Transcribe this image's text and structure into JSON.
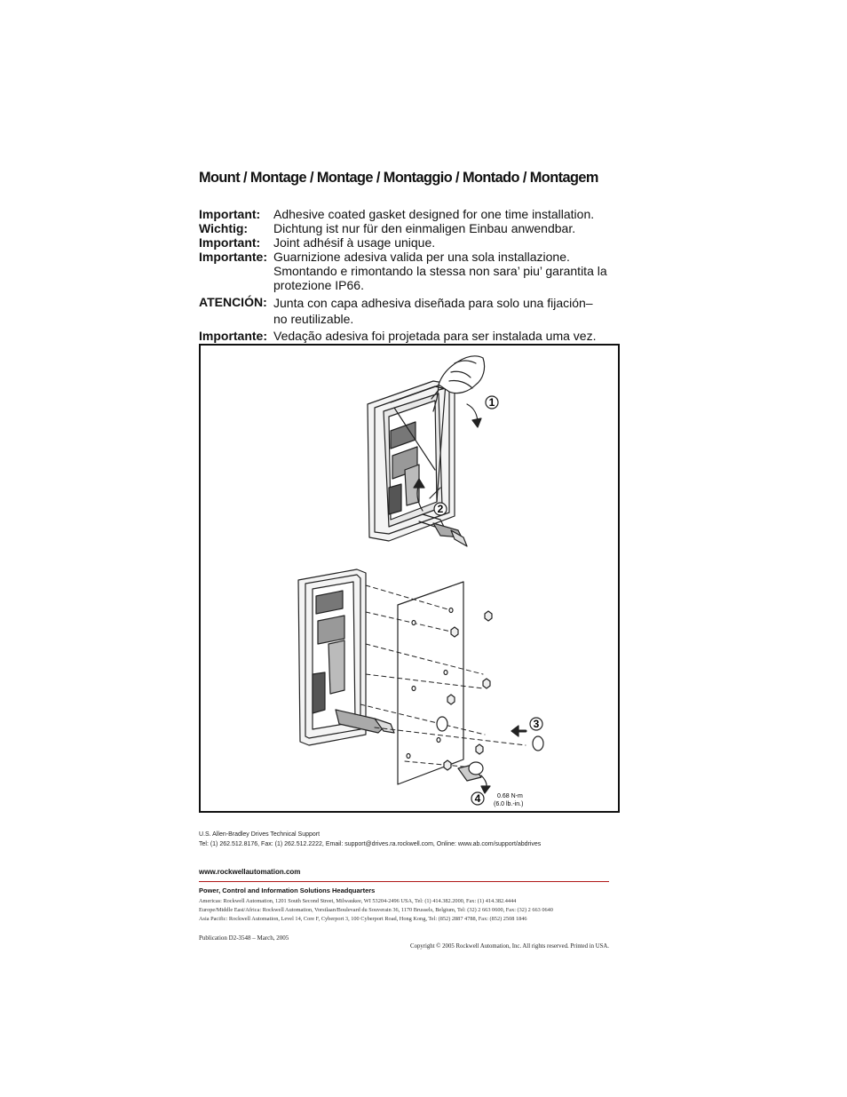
{
  "heading": "Mount / Montage / Montage / Montaggio / Montado / Montagem",
  "notes": [
    {
      "label": "Important:",
      "lines": [
        "Adhesive coated gasket designed for one time installation."
      ]
    },
    {
      "label": "Wichtig:",
      "lines": [
        "Dichtung ist nur für den einmaligen Einbau anwendbar."
      ]
    },
    {
      "label": "Important:",
      "lines": [
        "Joint adhésif à usage unique."
      ]
    },
    {
      "label": "Importante:",
      "lines": [
        "Guarnizione adesiva valida per una sola installazione.",
        "Smontando e rimontando la stessa non sara’ piu’ garantita la",
        "protezione IP66."
      ]
    },
    {
      "label": "ATENCIÓN:",
      "lines": [
        "Junta con capa adhesiva diseñada para solo una fijación–",
        "no reutilizable."
      ]
    },
    {
      "label": "Importante:",
      "lines": [
        "Vedação adesiva foi projetada para ser instalada uma vez."
      ]
    }
  ],
  "figure": {
    "steps": [
      "1",
      "2",
      "3",
      "4"
    ],
    "torque_line1": "0.68 N-m",
    "torque_line2": "(6.0 lb.-in.)"
  },
  "support": {
    "line1": "U.S. Allen-Bradley Drives Technical Support",
    "line2": "Tel: (1) 262.512.8176, Fax: (1) 262.512.2222, Email: support@drives.ra.rockwell.com, Online: www.ab.com/support/abdrives"
  },
  "footer": {
    "url": "www.rockwellautomation.com",
    "hq_title": "Power, Control and Information Solutions Headquarters",
    "americas": "Americas: Rockwell Automation, 1201 South Second Street, Milwaukee, WI 53204-2496 USA, Tel: (1) 414.382.2000, Fax: (1) 414.382.4444",
    "europe": "Europe/Middle East/Africa: Rockwell Automation, Vorstlaan/Boulevard du Souverain 36, 1170 Brussels, Belgium, Tel: (32) 2 663 0600, Fax: (32) 2 663 0640",
    "asia": "Asia Pacific: Rockwell Automation, Level 14, Core F, Cyberport 3, 100 Cyberport Road, Hong Kong, Tel: (852) 2887 4788, Fax: (852) 2508 1846",
    "publication": "Publication D2-3548 – March, 2005",
    "copyright": "Copyright © 2005 Rockwell Automation, Inc. All rights reserved. Printed in USA."
  }
}
